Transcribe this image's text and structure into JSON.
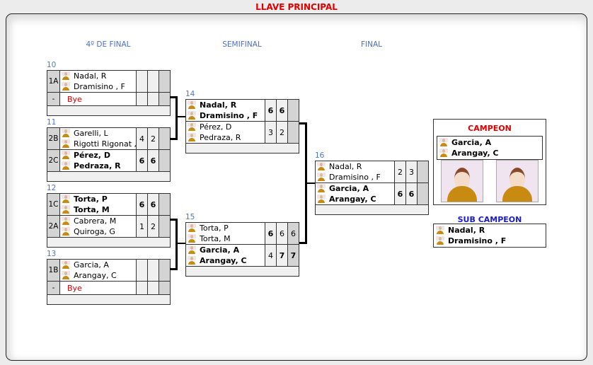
{
  "title": "LLAVE PRINCIPAL",
  "rounds": [
    "4º DE FINAL",
    "SEMIFINAL",
    "FINAL"
  ],
  "matches": [
    {
      "num": "10",
      "teams": [
        {
          "seed": "1A",
          "players": [
            "Nadal, R",
            "Dramisino , F"
          ],
          "scores": [
            "",
            "",
            ""
          ],
          "winner": false
        },
        {
          "seed": "-",
          "bye": "Bye",
          "players": [],
          "scores": [
            "",
            "",
            ""
          ],
          "winner": false
        }
      ]
    },
    {
      "num": "11",
      "teams": [
        {
          "seed": "2B",
          "players": [
            "Garelli, L",
            "Rigotti Rigonat , M"
          ],
          "scores": [
            "4",
            "2",
            ""
          ],
          "winner": false
        },
        {
          "seed": "2C",
          "players": [
            "Pérez, D",
            "Pedraza, R"
          ],
          "scores": [
            "6",
            "6",
            ""
          ],
          "winner": true
        }
      ]
    },
    {
      "num": "12",
      "teams": [
        {
          "seed": "1C",
          "players": [
            "Torta, P",
            "Torta, M"
          ],
          "scores": [
            "6",
            "6",
            ""
          ],
          "winner": true
        },
        {
          "seed": "2A",
          "players": [
            "Cabrera, M",
            "Quiroga, G"
          ],
          "scores": [
            "1",
            "2",
            ""
          ],
          "winner": false
        }
      ]
    },
    {
      "num": "13",
      "teams": [
        {
          "seed": "1B",
          "players": [
            "Garcia, A",
            "Arangay, C"
          ],
          "scores": [
            "",
            "",
            ""
          ],
          "winner": false
        },
        {
          "seed": "-",
          "bye": "Bye",
          "players": [],
          "scores": [
            "",
            "",
            ""
          ],
          "winner": false
        }
      ]
    },
    {
      "num": "14",
      "teams": [
        {
          "players": [
            "Nadal, R",
            "Dramisino , F"
          ],
          "scores": [
            "6",
            "6",
            ""
          ],
          "winner": true
        },
        {
          "players": [
            "Pérez, D",
            "Pedraza, R"
          ],
          "scores": [
            "3",
            "2",
            ""
          ],
          "winner": false
        }
      ]
    },
    {
      "num": "15",
      "teams": [
        {
          "players": [
            "Torta, P",
            "Torta, M"
          ],
          "scores": [
            "6",
            "6",
            "6"
          ],
          "winner": false,
          "bold_scores": [
            0
          ]
        },
        {
          "players": [
            "Garcia, A",
            "Arangay, C"
          ],
          "scores": [
            "4",
            "7",
            "7"
          ],
          "winner": true,
          "bold_scores": [
            1,
            2
          ]
        }
      ]
    },
    {
      "num": "16",
      "teams": [
        {
          "players": [
            "Nadal, R",
            "Dramisino , F"
          ],
          "scores": [
            "2",
            "3",
            ""
          ],
          "winner": false
        },
        {
          "players": [
            "Garcia, A",
            "Arangay, C"
          ],
          "scores": [
            "6",
            "6",
            ""
          ],
          "winner": true
        }
      ]
    }
  ],
  "champion": {
    "label": "CAMPEON",
    "players": [
      "Garcia, A",
      "Arangay, C"
    ]
  },
  "runner_up": {
    "label": "SUB CAMPEON",
    "players": [
      "Nadal, R",
      "Dramisino , F"
    ]
  }
}
